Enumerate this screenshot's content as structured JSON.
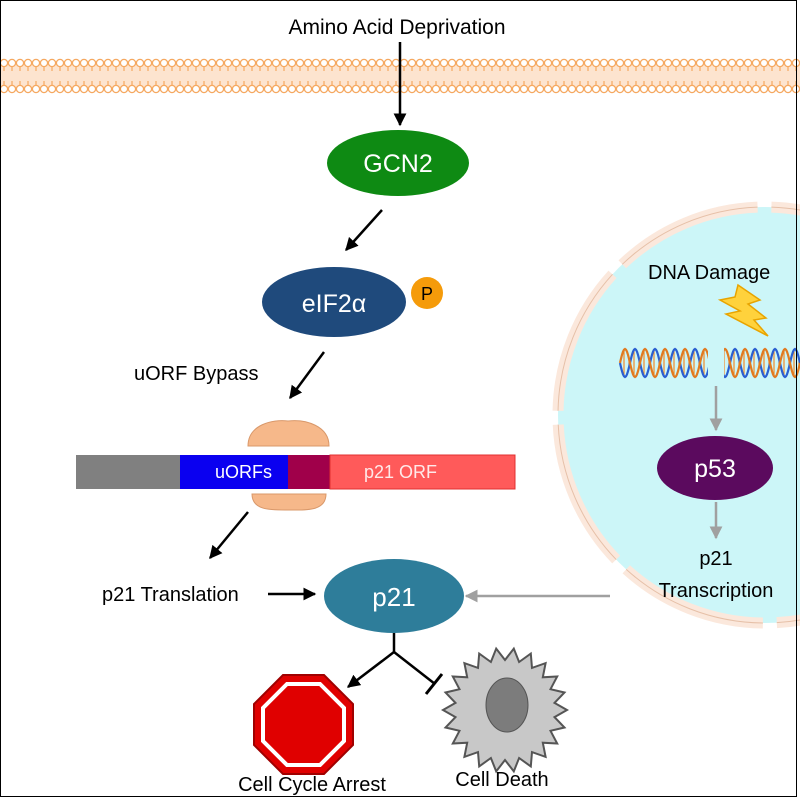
{
  "stimulus": {
    "label": "Amino Acid Deprivation"
  },
  "gcn2": {
    "label": "GCN2",
    "color": "#0e8a13"
  },
  "eif2a": {
    "label": "eIF2α",
    "color": "#1f4a7c",
    "phospho_label": "P",
    "phospho_color": "#f59b0a"
  },
  "uorf_bypass": {
    "label": "uORF Bypass"
  },
  "mrna": {
    "leader_color": "#808080",
    "uorfs_label": "uORFs",
    "uorfs_color": "#0a00f0",
    "overlap_color": "#a0004a",
    "orf_label": "p21 ORF",
    "orf_color": "#ff5a5a",
    "ribosome_color": "#f6b88a"
  },
  "p21_translation": {
    "label": "p21 Translation"
  },
  "p21": {
    "label": "p21",
    "color": "#2e7d9a"
  },
  "nucleus": {
    "fill": "#ccf6f8",
    "envelope_color": "#fbe8dc",
    "dna_damage_label": "DNA Damage",
    "p53_label": "p53",
    "p53_color": "#5b0a5e",
    "p21_transcription_line1": "p21",
    "p21_transcription_line2": "Transcription"
  },
  "outcomes": {
    "arrest_label": "Cell Cycle Arrest",
    "arrest_color": "#e00000",
    "death_label": "Cell Death"
  },
  "membrane_color": "#f5a860"
}
